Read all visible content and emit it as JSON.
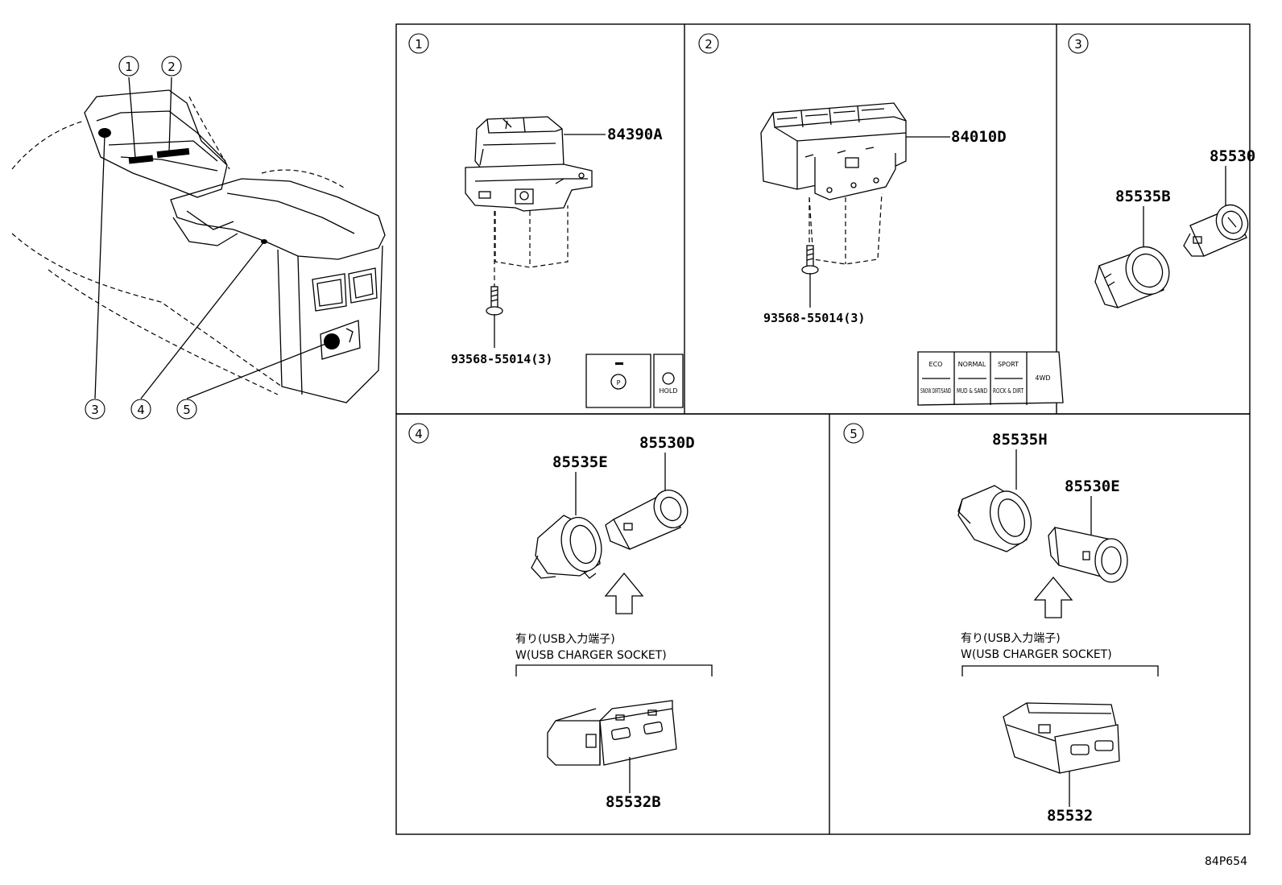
{
  "overview": {
    "callouts": [
      "1",
      "2",
      "3",
      "4",
      "5"
    ]
  },
  "panels": {
    "p1": {
      "index": "1",
      "parts": [
        "84390A",
        "93568-55014(3)"
      ],
      "switch_labels": [
        "HOLD"
      ]
    },
    "p2": {
      "index": "2",
      "parts": [
        "84010D",
        "93568-55014(3)"
      ],
      "switch_labels": [
        "ECO",
        "NORMAL",
        "SPORT",
        "SNOW DIRT/SAND",
        "MUD & SAND",
        "ROCK & DIRT",
        "4WD"
      ]
    },
    "p3": {
      "index": "3",
      "parts": [
        "85535B",
        "85530"
      ]
    },
    "p4": {
      "index": "4",
      "parts": [
        "85535E",
        "85530D",
        "85532B"
      ],
      "caption_jp": "有り(USB入力端子)",
      "caption_en": "W(USB CHARGER SOCKET)"
    },
    "p5": {
      "index": "5",
      "parts": [
        "85535H",
        "85530E",
        "85532"
      ],
      "caption_jp": "有り(USB入力端子)",
      "caption_en": "W(USB CHARGER SOCKET)"
    }
  },
  "diagram_code": "84P654"
}
